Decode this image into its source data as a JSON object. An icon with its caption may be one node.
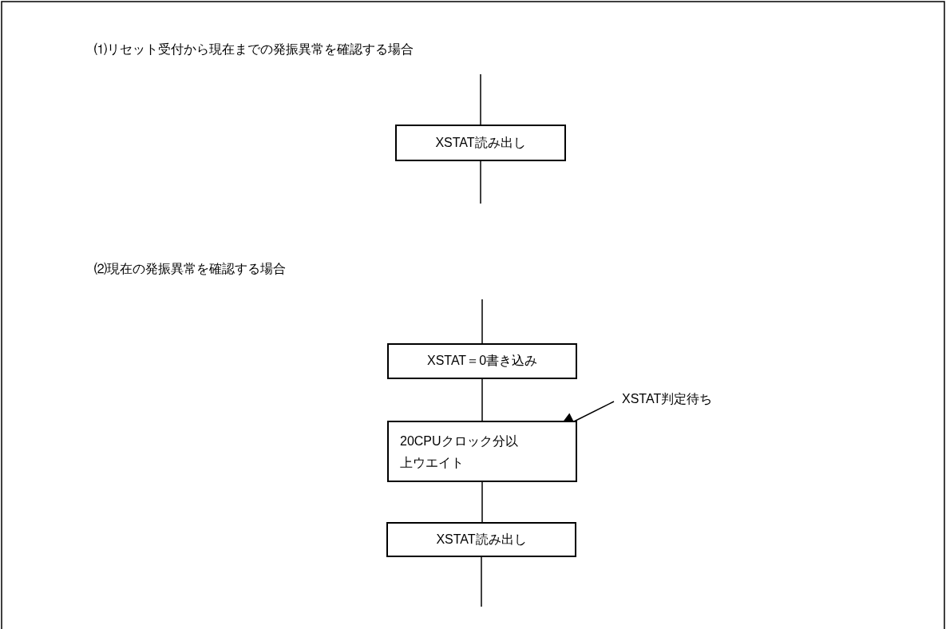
{
  "diagram": {
    "nodes": [
      {
        "text": [
          "XSTAT読み出し"
        ]
      },
      {
        "text": [
          "XSTAT＝0書き込み"
        ]
      },
      {
        "text": [
          "20CPUクロック分以上ウエイト"
        ]
      },
      {
        "text": [
          "XSTAT読み出し"
        ]
      },
      {
        "text": [
          "XSTAT判定待ち"
        ]
      }
    ],
    "edges": [
      {
        "from": null,
        "to": 0,
        "arrow": "none"
      },
      {
        "from": 0,
        "to": null,
        "arrow": "none"
      },
      {
        "from": null,
        "to": 1,
        "arrow": "none"
      },
      {
        "from": 1,
        "to": 2,
        "arrow": "none"
      },
      {
        "from": 2,
        "to": 3,
        "arrow": "none"
      },
      {
        "from": 3,
        "to": null,
        "arrow": "none"
      },
      {
        "from": 4,
        "to": 2,
        "arrow": "to"
      }
    ],
    "labels": [
      "⑴リセット受付から現在までの発振異常を確認する場合",
      "⑵現在の発振異常を確認する場合"
    ]
  }
}
